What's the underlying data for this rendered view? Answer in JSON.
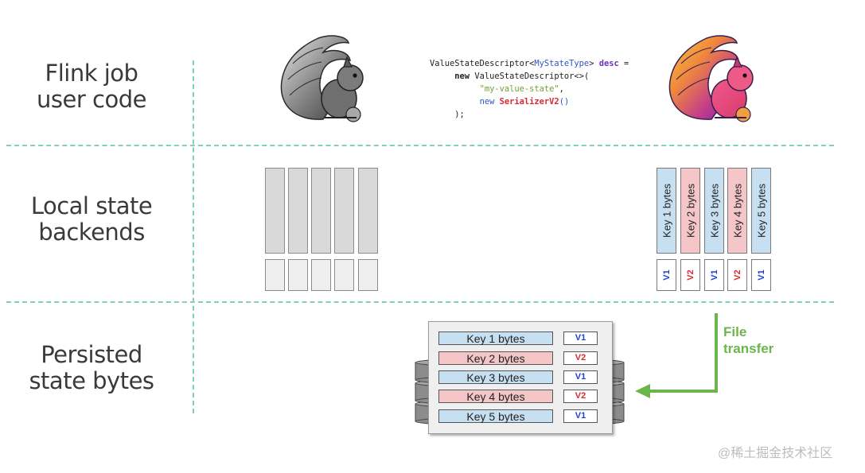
{
  "rows": [
    {
      "label_line1": "Flink job",
      "label_line2": "user code"
    },
    {
      "label_line1": "Local state",
      "label_line2": "backends"
    },
    {
      "label_line1": "Persisted",
      "label_line2": "state bytes"
    }
  ],
  "code": {
    "l1_a": "ValueStateDescriptor<",
    "l1_type": "MyStateType",
    "l1_b": "> ",
    "l1_var": "desc",
    "l1_c": " =",
    "l2_new": "new",
    "l2_rest": " ValueStateDescriptor<>(",
    "l3_str": "\"my-value-state\"",
    "l3_comma": ",",
    "l4_new": "new",
    "l4_cls": "SerializerV2",
    "l4_paren": "()",
    "l5": ");"
  },
  "keys": [
    {
      "key": "Key 1 bytes",
      "version": "V1",
      "color": "#c6e0f1",
      "version_color": "#1c3fd6"
    },
    {
      "key": "Key 2 bytes",
      "version": "V2",
      "color": "#f4c6c8",
      "version_color": "#d6292f"
    },
    {
      "key": "Key 3 bytes",
      "version": "V1",
      "color": "#c6e0f1",
      "version_color": "#1c3fd6"
    },
    {
      "key": "Key 4 bytes",
      "version": "V2",
      "color": "#f4c6c8",
      "version_color": "#d6292f"
    },
    {
      "key": "Key 5 bytes",
      "version": "V1",
      "color": "#c6e0f1",
      "version_color": "#1c3fd6"
    }
  ],
  "file_transfer": {
    "line1": "File",
    "line2": "transfer"
  },
  "accent_color": "#6cb54c",
  "divider_color": "#7fd1bd",
  "icons": {
    "squirrel_gray": "flink-squirrel-gray-icon",
    "squirrel_color": "flink-squirrel-color-icon",
    "database": "database-icon",
    "arrow": "arrow-left-icon"
  },
  "watermark": "@稀土掘金技术社区"
}
